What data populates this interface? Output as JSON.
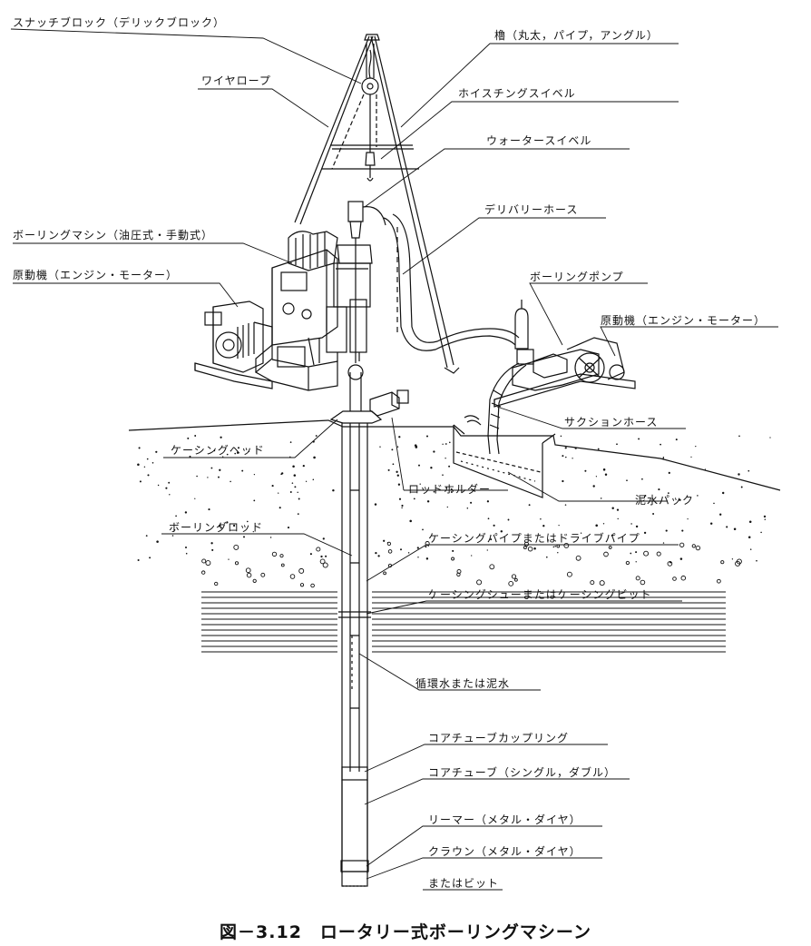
{
  "labels": {
    "snatch_block": "スナッチブロック（デリックブロック）",
    "wire_rope": "ワイヤロープ",
    "derrick": "櫓（丸太，パイプ，アングル）",
    "hoisting_swivel": "ホイスチングスイベル",
    "water_swivel": "ウォータースイベル",
    "delivery_hose": "デリバリーホース",
    "boring_machine": "ボーリングマシン（油圧式・手動式）",
    "prime_mover_left": "原動機（エンジン・モーター）",
    "boring_pump": "ボーリングポンプ",
    "prime_mover_right": "原動機（エンジン・モーター）",
    "suction_hose": "サクションホース",
    "casing_head": "ケーシングヘッド",
    "rod_holder": "ロッドホルダー",
    "mud_pack": "泥水パック",
    "boring_rod": "ボーリングロッド",
    "casing_pipe": "ケーシングパイプまたはドライブパイプ",
    "casing_shoe": "ケーシングシューまたはケーシングビット",
    "circulating_water": "循環水または泥水",
    "core_tube_coupling": "コアチューブカップリング",
    "core_tube": "コアチューブ（シングル，ダブル）",
    "reamer": "リーマー（メタル・ダイヤ）",
    "crown": "クラウン（メタル・ダイヤ）",
    "or_bit": "またはビット"
  },
  "caption": "図－3.12　ロータリー式ボーリングマシーン"
}
